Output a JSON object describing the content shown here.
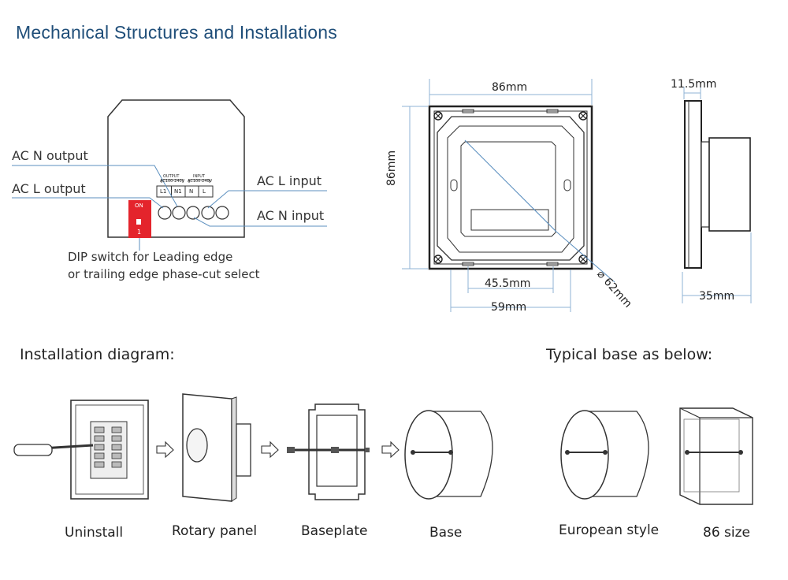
{
  "header": {
    "title": "Mechanical Structures and Installations"
  },
  "wiring": {
    "ac_n_output": "AC N output",
    "ac_l_output": "AC L output",
    "ac_l_input": "AC L input",
    "ac_n_input": "AC N input",
    "dip_line1": "DIP switch for Leading edge",
    "dip_line2": "or trailing edge phase-cut select",
    "output_tag": "OUTPUT",
    "output_volt": "AC100-240V",
    "input_tag": "INPUT",
    "input_volt": "AC100-240V",
    "term_l1": "L1",
    "term_n1": "N1",
    "term_n": "N",
    "term_l": "L",
    "dip_on": "ON",
    "dip_1": "1"
  },
  "dimensions": {
    "width": "86mm",
    "height": "86mm",
    "depth_total": "11.5mm",
    "depth_body": "35mm",
    "inner": "45.5mm",
    "mount": "59mm",
    "diameter": "⌀ 62mm"
  },
  "sections": {
    "installation": "Installation diagram:",
    "typical_base": "Typical base as below:"
  },
  "captions": {
    "uninstall": "Uninstall",
    "rotary_panel": "Rotary panel",
    "baseplate": "Baseplate",
    "base": "Base",
    "european": "European style",
    "size86": "86 size"
  }
}
